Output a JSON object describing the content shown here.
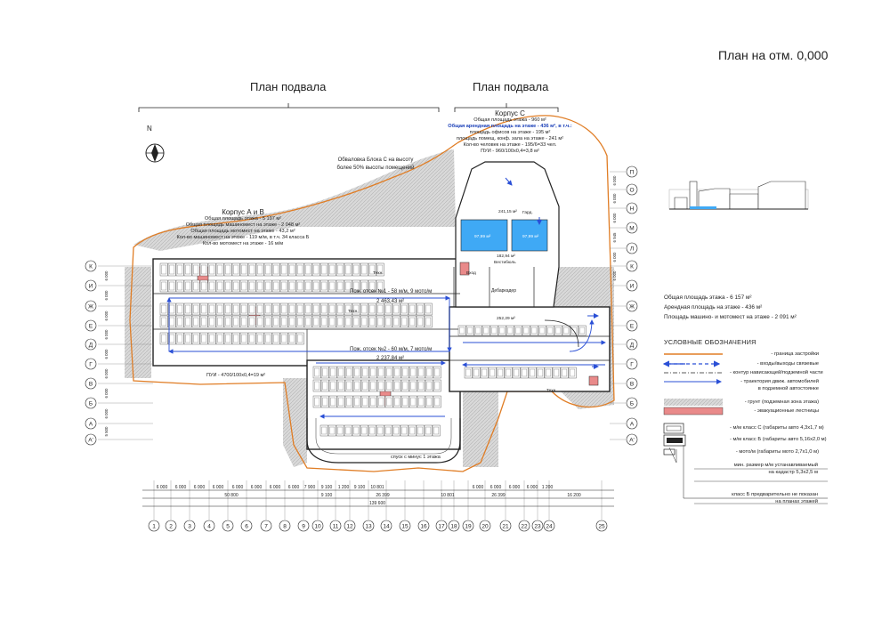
{
  "sheet": {
    "title": "План на отм. 0,000",
    "section_left": "План подвала",
    "section_right": "План подвала",
    "north": "N"
  },
  "korpus_c": {
    "title": "Корпус С",
    "line1": "Общая площадь этажа - 960 м²",
    "line2": "Общая арендная площадь на этаже - 436 м², в т.ч.:",
    "line3": "площадь офисов на этаже - 195 м²",
    "line4": "площадь помещ. конф. зала на этаже - 241 м²",
    "line5": "Кол-во человек на этаже - 195/6=33 чел.",
    "line6": "ПУИ - 960/100х0,4=3,8 м²"
  },
  "korpus_ab": {
    "title": "Корпус А и В",
    "line1": "Общая площадь этажа - 5 197 м²",
    "line2": "Общая площадь машиномест на этаже - 2 048 м²",
    "line3": "Общая площадь мотомест на этаже - 43,2 м²",
    "line4": "Кол-во машиномест на этаже - 119 м/м, в т.ч. 34 класса Б",
    "line5": "Кол-во мотомест на этаже - 16 м/м"
  },
  "obvalovka": {
    "line1": "Обваловка Блока С на высоту",
    "line2": "более 50% высоты помещений"
  },
  "plan_labels": {
    "otsek1": "Пож. отсек №1 - 58 м/м, 9 мото/м",
    "area1": "2 463,43 м²",
    "otsek2": "Пож. отсек №2 - 60 м/м, 7 мото/м",
    "area2": "2 237,84 м²",
    "pui": "ПУИ - 4700/100х0,4=19 м²",
    "ramp": "спуск с минус 1 этажа",
    "rooms": [
      "241,15 м²",
      "97,99 м²",
      "97,99 м²",
      "182,94 м²",
      "Вестибюль",
      "Дебаркадер",
      "252,29 м²",
      "Техн.",
      "Гард.",
      "Вход",
      "Техн.",
      "Техн."
    ]
  },
  "rows_left": [
    "К",
    "И",
    "Ж",
    "Е",
    "Д",
    "Г",
    "В",
    "Б",
    "А",
    "А'"
  ],
  "rows_right": [
    "П",
    "О",
    "Н",
    "М",
    "Л",
    "К",
    "И",
    "Ж",
    "Е",
    "Д",
    "Г",
    "В",
    "Б",
    "А",
    "А'"
  ],
  "columns": [
    "1",
    "2",
    "3",
    "4",
    "5",
    "6",
    "7",
    "8",
    "9",
    "10",
    "11",
    "12",
    "13",
    "14",
    "15",
    "16",
    "17",
    "18",
    "19",
    "20",
    "21",
    "22",
    "23",
    "24",
    "25"
  ],
  "dims_top": [
    "6 000",
    "6 000",
    "6 000",
    "6 000",
    "6 000",
    "6 000",
    "6 000",
    "6 000",
    "7 900",
    "9 100",
    "1 200",
    "9 100",
    "10 801",
    "6 000",
    "6 000",
    "6 000",
    "6 000",
    "1 200"
  ],
  "dims_sub": [
    "50 800",
    "9 100",
    "26 399",
    "10 801",
    "26 399",
    "16 200"
  ],
  "dim_total": "139 600",
  "summary": {
    "total_area": "Общая площадь этажа - 6 157 м²",
    "rent_area": "Арендная площадь на этаже - 436 м²",
    "parking_area": "Площадь машино- и мотомест на этаже - 2 091 м²"
  },
  "legend": {
    "title": "УСЛОВНЫЕ ОБОЗНАЧЕНИЯ",
    "items": [
      "- граница застройки",
      "- входы/выходы связевые",
      "- контур нависающей/подземной части",
      "- траектория движ. автомобилей",
      "в подземной автостоянке",
      "- грунт (подземная зона этажа)",
      "- эвакуационные лестницы"
    ],
    "parking": [
      "- м/м класс С (габариты авто 4,3х1,7 м)",
      "- м/м класс Б (габариты авто 5,16х2,0 м)",
      "- мото/м (габариты мото 2,7х1,0 м)"
    ],
    "note1": [
      "мин. размер м/м устанавливаемый",
      "на кадастр 5,3х2,5 м"
    ],
    "note2": [
      "класс Б предварительно не показан",
      "на планах этажей"
    ]
  },
  "colors": {
    "boundary": "#e07d25",
    "arrow_blue": "#2a4fd6",
    "room_blue": "#3fa9f5",
    "stair_pink": "#e98a8a"
  }
}
